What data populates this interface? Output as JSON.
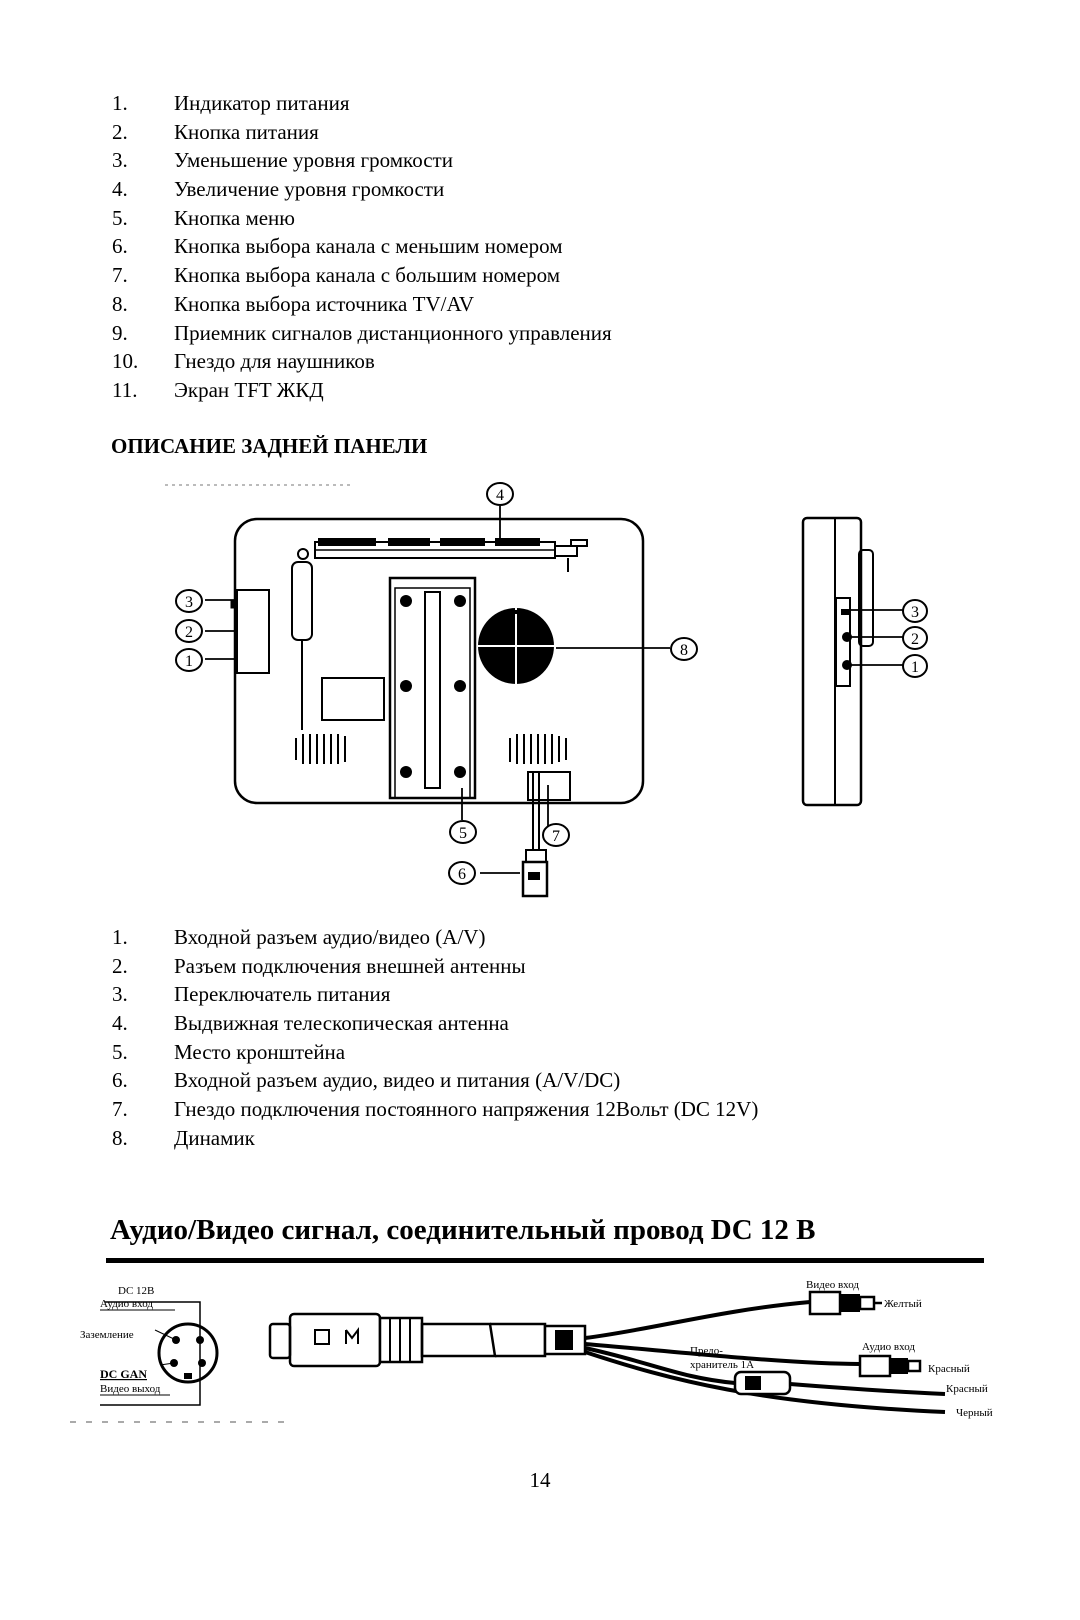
{
  "front_panel_list": [
    {
      "num": "1.",
      "text": "Индикатор питания"
    },
    {
      "num": "2.",
      "text": "Кнопка питания"
    },
    {
      "num": "3.",
      "text": "Уменьшение уровня громкости"
    },
    {
      "num": "4.",
      "text": "Увеличение уровня громкости"
    },
    {
      "num": "5.",
      "text": "Кнопка меню"
    },
    {
      "num": "6.",
      "text": "Кнопка выбора канала с меньшим номером"
    },
    {
      "num": "7.",
      "text": "Кнопка выбора канала с большим номером"
    },
    {
      "num": "8.",
      "text": "Кнопка выбора источника TV/AV"
    },
    {
      "num": "9.",
      "text": "Приемник сигналов дистанционного управления"
    },
    {
      "num": "10.",
      "text": "Гнездо для наушников"
    },
    {
      "num": "11.",
      "text": "Экран TFT ЖКД"
    }
  ],
  "rear_panel_heading": "ОПИСАНИЕ ЗАДНЕЙ ПАНЕЛИ",
  "rear_diagram_callouts": [
    "1",
    "2",
    "3",
    "4",
    "5",
    "6",
    "7",
    "8"
  ],
  "rear_panel_list": [
    {
      "num": "1.",
      "text": "Входной разъем аудио/видео (A/V)"
    },
    {
      "num": "2.",
      "text": "Разъем подключения внешней антенны"
    },
    {
      "num": "3.",
      "text": "Переключатель питания"
    },
    {
      "num": "4.",
      "text": "Выдвижная телескопическая антенна"
    },
    {
      "num": "5.",
      "text": "Место кронштейна"
    },
    {
      "num": "6.",
      "text": "Входной разъем аудио, видео и питания (A/V/DC)"
    },
    {
      "num": "7.",
      "text": "Гнездо подключения постоянного напряжения 12Вольт (DC 12V)"
    },
    {
      "num": "8.",
      "text": "Динамик"
    }
  ],
  "cable_heading": "Аудио/Видео сигнал, соединительный провод DC 12 В",
  "cable_diagram": {
    "connector_labels": {
      "dc12": "DC 12В",
      "audio_in": "Аудио вход",
      "ground": "Заземление",
      "dc_gan": "DC GAN",
      "video_out": "Видео выход"
    },
    "video_in": "Видео вход",
    "yellow": "Желтый",
    "fuse_line1": "Предо-",
    "fuse_line2": "хранитель 1А",
    "audio_in": "Аудио вход",
    "red_1": "Красный",
    "red_2": "Красный",
    "black": "Черный"
  },
  "page_number": "14"
}
